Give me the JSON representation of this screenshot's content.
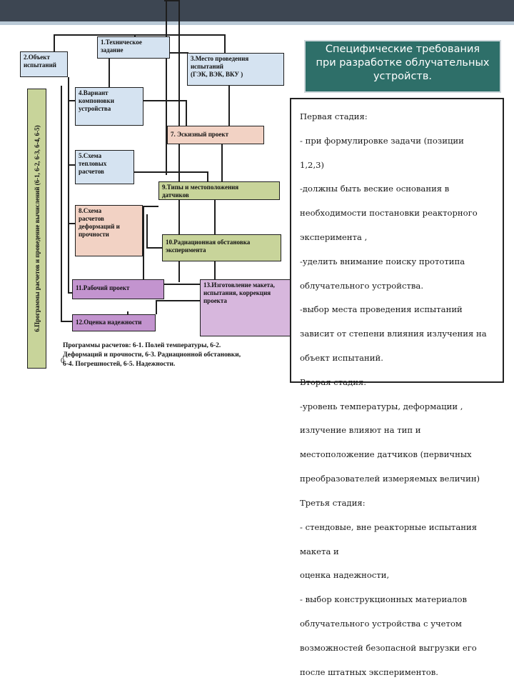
{
  "slide": {
    "title": "Специфические требования\nпри разработке облучательных\nустройств."
  },
  "diagram": {
    "boxes": {
      "b1": "1.Техническое\nзадание",
      "b2": "2.Объект\nиспытаний",
      "b3": "3.Место проведения\nиспытаний\n(ГЭК, ВЭК, ВКУ )",
      "b4": "4.Вариант\nкомпоновки\nустройства",
      "b5": "5.Схема\nтепловых\nрасчетов",
      "b6": "6.Программы расчетов и проведение вычислений (6-1, 6-2, 6-3, 6-4, 6-5)",
      "b7": "7. Эскизный проект",
      "b8": "8.Схема\nрасчетов\nдеформаций и\nпрочности",
      "b9": "9.Типы и местоположения\nдатчиков",
      "b10": "10.Радиационная обстановка\nэксперимента",
      "b11": "11.Рабочий проект",
      "b12": "12.Оценка надежности",
      "b13": "13.Изготовление макета,\nиспытания, коррекция\nпроекта"
    },
    "note": "Программы расчетов: 6-1. Полей температуры, 6-2.\nДеформаций и прочности, 6-3. Радиационной обстановки,\n6-4. Погрешностей, 6-5. Надежности.",
    "stray_mark": "0"
  },
  "panel": {
    "lines": [
      "Первая стадия:",
      "- при формулировке задачи (позиции",
      "1,2,3)",
      "-должны быть веские основания в",
      "необходимости постановки реакторного",
      "эксперимента ,",
      "-уделить внимание поиску прототипа",
      "облучательного устройства.",
      "-выбор места проведения испытаний",
      "зависит от степени влияния излучения на",
      "объект испытаний.",
      "Вторая стадия:",
      "-уровень температуры, деформации ,",
      "излучение влияют на тип и",
      "местоположение датчиков (первичных",
      "преобразователей измеряемых величин)",
      "Третья стадия:",
      "- стендовые, вне реакторные испытания",
      "макета и",
      "оценка надежности,",
      "- выбор конструкционных материалов",
      "облучательного устройства с учетом",
      "возможностей безопасной выгрузки его",
      "после штатных экспериментов."
    ]
  }
}
